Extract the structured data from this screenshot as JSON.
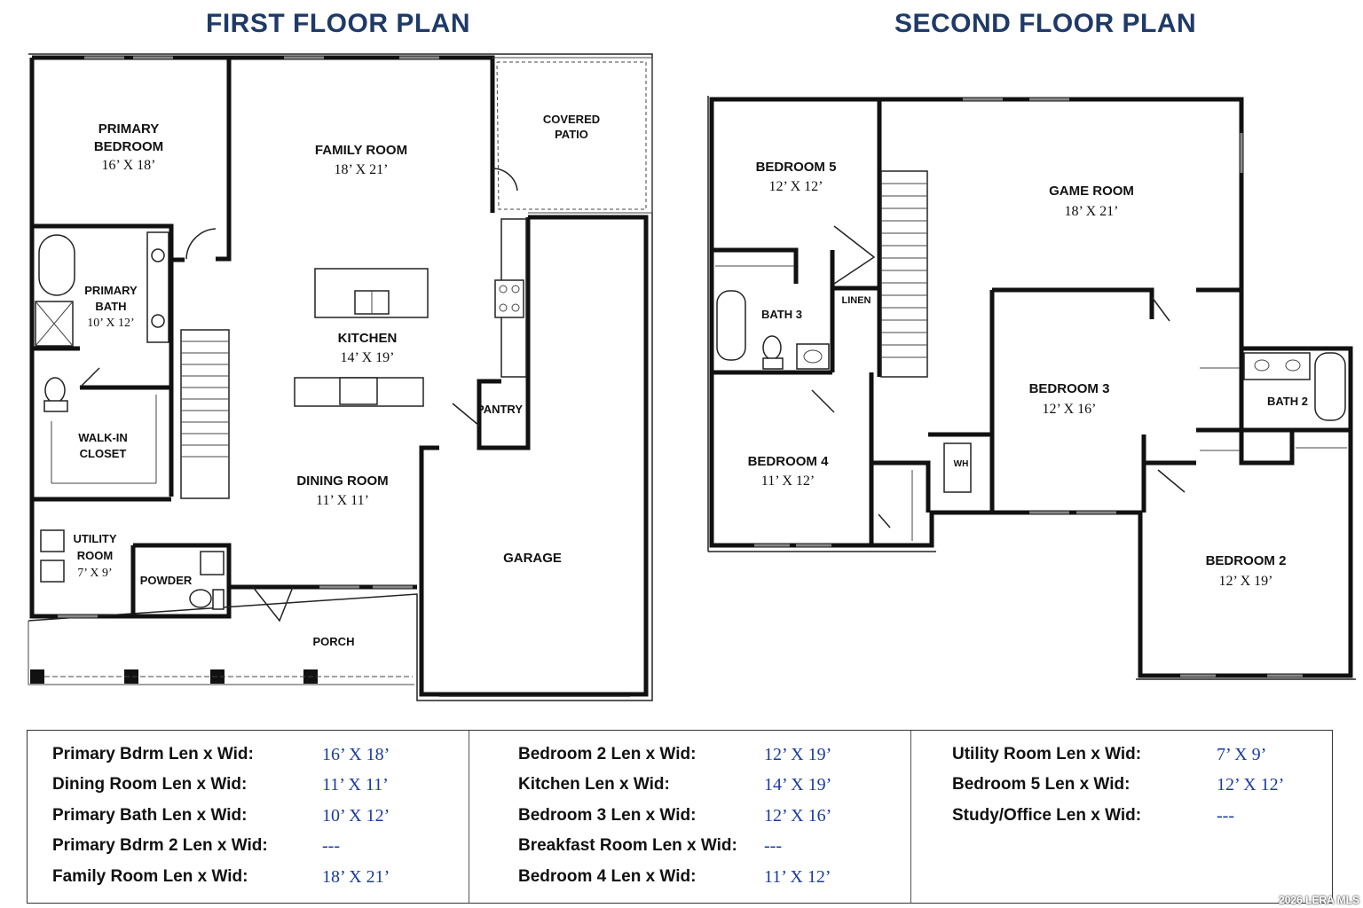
{
  "titles": {
    "first_floor": "FIRST FLOOR PLAN",
    "second_floor": "SECOND FLOOR PLAN"
  },
  "first_floor_rooms": {
    "primary_bedroom": {
      "name_1": "PRIMARY",
      "name_2": "BEDROOM",
      "dims": "16’ X 18’"
    },
    "family_room": {
      "name": "FAMILY ROOM",
      "dims": "18’ X 21’"
    },
    "covered_patio": {
      "name_1": "COVERED",
      "name_2": "PATIO"
    },
    "primary_bath": {
      "name_1": "PRIMARY",
      "name_2": "BATH",
      "dims": "10’ X 12’"
    },
    "kitchen": {
      "name": "KITCHEN",
      "dims": "14’ X 19’"
    },
    "pantry": {
      "name": "PANTRY"
    },
    "walk_in_closet": {
      "name_1": "WALK-IN",
      "name_2": "CLOSET"
    },
    "dining_room": {
      "name": "DINING ROOM",
      "dims": "11’ X 11’"
    },
    "garage": {
      "name": "GARAGE"
    },
    "utility_room": {
      "name_1": "UTILITY",
      "name_2": "ROOM",
      "dims": "7’ X 9’"
    },
    "powder": {
      "name": "POWDER"
    },
    "porch": {
      "name": "PORCH"
    }
  },
  "second_floor_rooms": {
    "bedroom_5": {
      "name": "BEDROOM 5",
      "dims": "12’ X 12’"
    },
    "game_room": {
      "name": "GAME ROOM",
      "dims": "18’ X 21’"
    },
    "linen": {
      "name": "LINEN"
    },
    "bath_3": {
      "name": "BATH 3"
    },
    "bedroom_3": {
      "name": "BEDROOM 3",
      "dims": "12’ X 16’"
    },
    "bath_2": {
      "name": "BATH 2"
    },
    "bedroom_4": {
      "name": "BEDROOM 4",
      "dims": "11’ X 12’"
    },
    "wh": {
      "name": "WH"
    },
    "bedroom_2": {
      "name": "BEDROOM 2",
      "dims": "12’ X 19’"
    }
  },
  "dimension_table": {
    "columns": [
      {
        "rows": [
          {
            "label": "Primary Bdrm Len x Wid:",
            "value": "16’  X  18’"
          },
          {
            "label": "Dining Room Len x Wid:",
            "value": "11’  X  11’"
          },
          {
            "label": "Primary Bath Len x Wid:",
            "value": "10’  X  12’"
          },
          {
            "label": "Primary Bdrm 2 Len x Wid:",
            "value": "---"
          },
          {
            "label": "Family Room Len x Wid:",
            "value": "18’  X  21’"
          }
        ]
      },
      {
        "rows": [
          {
            "label": "Bedroom 2 Len x Wid:",
            "value": "12’  X  19’"
          },
          {
            "label": "Kitchen Len x Wid:",
            "value": "14’  X  19’"
          },
          {
            "label": "Bedroom 3 Len x Wid:",
            "value": "12’  X  16’"
          },
          {
            "label": "Breakfast Room Len x Wid:",
            "value": "---"
          },
          {
            "label": "Bedroom 4 Len x Wid:",
            "value": "11’  X  12’"
          }
        ]
      },
      {
        "rows": [
          {
            "label": "Utility Room Len x Wid:",
            "value": "7’  X  9’"
          },
          {
            "label": "Bedroom 5 Len x Wid:",
            "value": "12’ X 12’"
          },
          {
            "label": "Study/Office Len x Wid:",
            "value": "---"
          }
        ]
      }
    ]
  },
  "watermark": "2026 LERA MLS",
  "colors": {
    "title": "#1f3a68",
    "value": "#1a3b9c"
  }
}
